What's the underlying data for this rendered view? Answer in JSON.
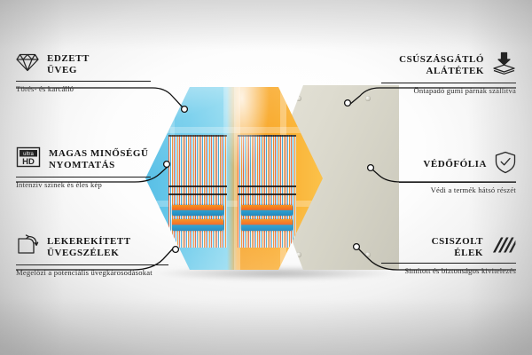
{
  "meta": {
    "language": "hu",
    "layout": "product-feature-infographic",
    "background": {
      "center": "#ffffff",
      "edge": "#bdbdbd"
    }
  },
  "product": {
    "name": "printed-glass-hexagon-panel",
    "glass_panel": {
      "shape": "hexagon",
      "left_half_color": "#6ccbeb",
      "right_half_color": "#f7a42a",
      "artwork": "two-striped-drinking-glasses"
    },
    "back_panel": {
      "shape": "hexagon",
      "color": "#d8d6c8",
      "pads": [
        "top-left",
        "top-right",
        "bottom-left",
        "bottom-right"
      ],
      "pad_count": 4
    }
  },
  "features": {
    "left": [
      {
        "id": "tempered-glass",
        "icon": "diamond-icon",
        "title": "EDZETT\nÜVEG",
        "subtitle": "Törés- és karcálló"
      },
      {
        "id": "high-quality-print",
        "icon": "ultra-hd-badge-icon",
        "icon_text_top": "ultra",
        "icon_text_bottom": "HD",
        "title": "MAGAS MINŐSÉGŰ\nNYOMTATÁS",
        "subtitle": "Intenzív színek és éles kép"
      },
      {
        "id": "rounded-glass-edges",
        "icon": "rounded-corner-icon",
        "title": "LEKEREKÍTETT\nÜVEGSZÉLEK",
        "subtitle": "Megelőzi a potenciális üvegkárosodásokat"
      }
    ],
    "right": [
      {
        "id": "anti-slip-pads",
        "icon": "press-stack-icon",
        "title": "CSÚSZÁSGÁTLÓ\nALÁTÉTEK",
        "subtitle": "Öntapadó gumi párnák szállítva"
      },
      {
        "id": "protective-film",
        "icon": "shield-check-icon",
        "title": "VÉDŐFÓLIA",
        "subtitle": "Védi a termék hátsó részét"
      },
      {
        "id": "polished-edges",
        "icon": "diagonal-hatch-icon",
        "title": "CSISZOLT\nÉLEK",
        "subtitle": "Simított és biztonságos kivitelezés"
      }
    ]
  }
}
